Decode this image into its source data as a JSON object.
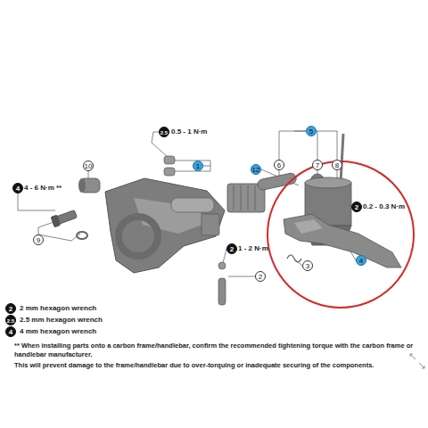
{
  "diagram": {
    "labels": [
      "2.5",
      "0.5 - 1 N·m",
      "10",
      "1",
      "4",
      "4 - 6 N·m **",
      "9",
      "5",
      "6",
      "7",
      "8",
      "12",
      "2",
      "0.2 - 0.3 N·m",
      "2",
      "1 - 2 N·m",
      "2",
      "3",
      "4",
      "2",
      "2.5",
      "4",
      "** When installing parts onto a carbon frame/handlebar, confirm the recommended tightening torque with the carbon frame or handlebar manufacturer.",
      "This will prevent damage to the frame/handlebar due to over-torquing or inadequate securing of the components."
    ],
    "legend": [
      {
        "text": "2 mm hexagon wrench"
      },
      {
        "text": "2.5 mm hexagon wrench"
      },
      {
        "text": "4 mm hexagon wrench"
      }
    ]
  }
}
